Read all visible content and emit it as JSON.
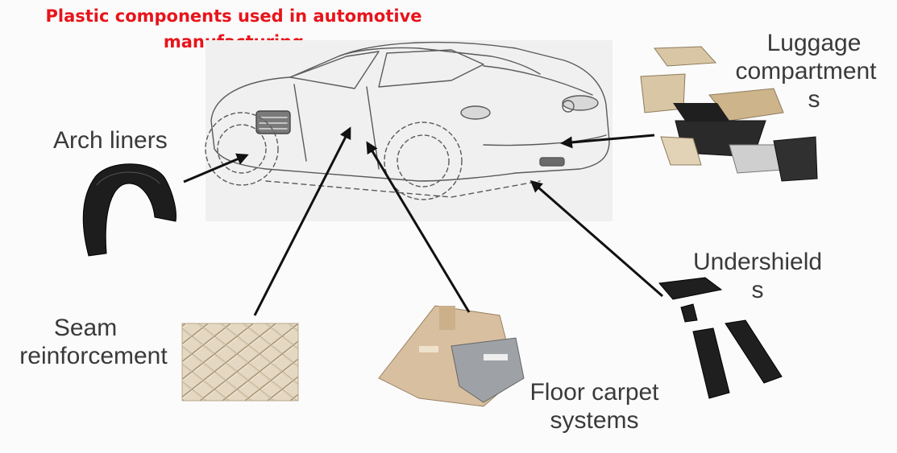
{
  "title": {
    "line1": "Plastic components used in automotive",
    "line2": "manufacturing"
  },
  "labels": {
    "luggage": {
      "line1": "Luggage",
      "line2": "compartment",
      "line3": "s"
    },
    "arch": {
      "line1": "Arch liners"
    },
    "undershield": {
      "line1": "Undershield",
      "line2": "s"
    },
    "seam": {
      "line1": "Seam",
      "line2": "reinforcement"
    },
    "floor": {
      "line1": "Floor carpet",
      "line2": "systems"
    }
  },
  "colors": {
    "title": "#e8141b",
    "label": "#3a3a3a",
    "arrow": "#111111",
    "car_line": "#5a5a5a",
    "part_dark": "#1d1d1d",
    "part_beige": "#d9c6a4",
    "seam_fabric": "#e5d8c3"
  }
}
